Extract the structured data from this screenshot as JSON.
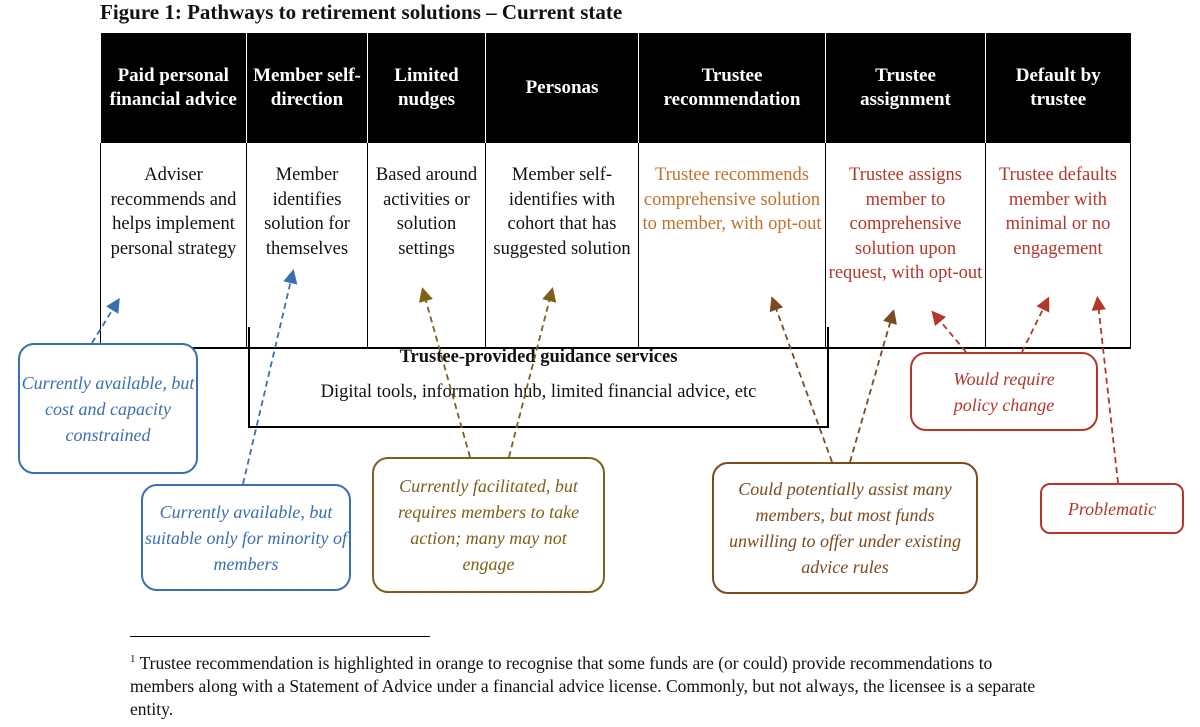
{
  "title": "Figure 1: Pathways to retirement solutions – Current state",
  "columns": [
    {
      "header": "Paid personal financial advice",
      "body": "Adviser recommends and helps implement personal strategy",
      "tone": "black"
    },
    {
      "header": "Member self-direction",
      "body": "Member identifies solution for themselves",
      "tone": "black"
    },
    {
      "header": "Limited nudges",
      "body": "Based around activities or solution settings",
      "tone": "black"
    },
    {
      "header": "Personas",
      "body": "Member self-identifies with cohort that has suggested solution",
      "tone": "black"
    },
    {
      "header": "Trustee recommendation",
      "body": "Trustee recommends comprehensive solution to member, with opt-out",
      "tone": "orange"
    },
    {
      "header": "Trustee assignment",
      "body": "Trustee assigns member to comprehensive solution upon request, with opt-out",
      "tone": "red"
    },
    {
      "header": "Default by trustee",
      "body": "Trustee defaults member with minimal or no engagement",
      "tone": "red"
    }
  ],
  "guidance": {
    "heading": "Trustee-provided guidance services",
    "subtext": "Digital tools, information hub, limited financial advice, etc"
  },
  "callouts": {
    "cost_constrained": "Currently available, but cost and capacity constrained",
    "minority": "Currently available, but suitable only for minority of members",
    "facilitated": "Currently facilitated, but requires members to take action; many may not engage",
    "could_assist": "Could potentially assist many members, but most funds unwilling to offer under existing advice rules",
    "policy_change": "Would require policy change",
    "problematic": "Problematic"
  },
  "footnote": {
    "marker": "1",
    "text": "Trustee recommendation is highlighted in orange to recognise that some funds are (or could) provide recommendations to members along with a Statement of Advice under a financial advice license. Commonly, but not always, the licensee is a separate entity."
  },
  "colors": {
    "blue": "#3a6fb0",
    "olive": "#7d6118",
    "brown": "#7a4a20",
    "red": "#b3372b",
    "orange": "#c0722d"
  }
}
